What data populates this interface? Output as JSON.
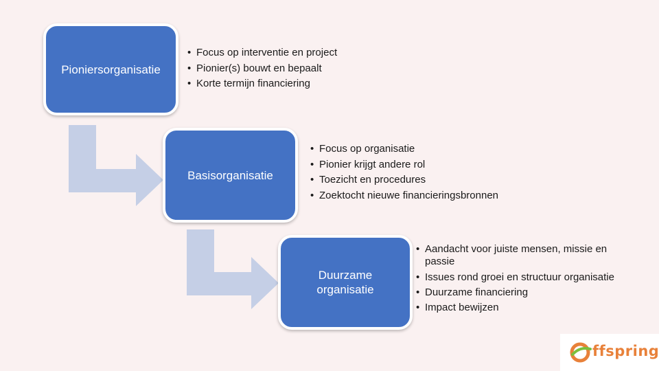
{
  "stages": [
    {
      "label": "Pioniersorganisatie",
      "bullets": [
        "Focus op interventie en project",
        "Pionier(s) bouwt en bepaalt",
        "Korte termijn financiering"
      ]
    },
    {
      "label": "Basisorganisatie",
      "bullets": [
        "Focus op organisatie",
        "Pionier krijgt andere rol",
        "Toezicht en procedures",
        "Zoektocht nieuwe financieringsbronnen"
      ]
    },
    {
      "label": "Duurzame organisatie",
      "bullets": [
        "Aandacht voor juiste mensen, missie en passie",
        "Issues rond groei en structuur organisatie",
        "Duurzame financiering",
        "Impact bewijzen"
      ]
    }
  ],
  "logo": {
    "text": "ffspring"
  },
  "colors": {
    "box_fill": "#4472c4",
    "arrow_fill": "#c5cfe6",
    "background": "#faf1f1",
    "logo_orange": "#e8813a",
    "logo_green": "#7bbf3e"
  }
}
